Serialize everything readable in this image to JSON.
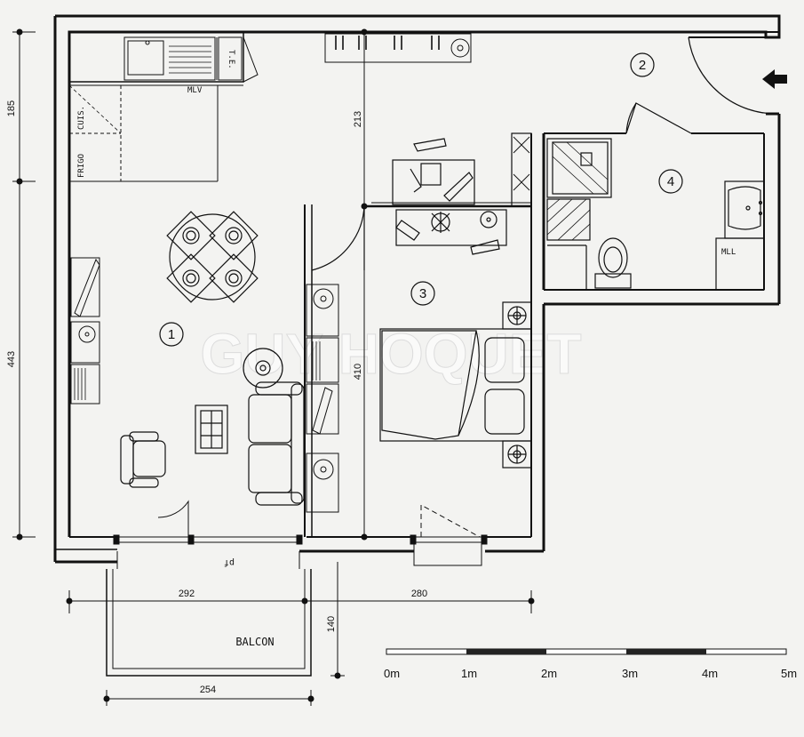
{
  "plan": {
    "rooms": [
      {
        "number": "1"
      },
      {
        "number": "2"
      },
      {
        "number": "3"
      },
      {
        "number": "4"
      }
    ],
    "labels": {
      "kitchen_tag_1": "MLV",
      "kitchen_tag_2": "T.E.",
      "kitchen_tag_3": "CUIS.",
      "fridge": "FRIGO",
      "wc_tag": "MLL",
      "balcony": "BALCON",
      "pf": "pf",
      "watermark": "GUY HOQUET"
    },
    "dimensions": {
      "left_top": "185",
      "left_bottom": "443",
      "inner_top": "213",
      "inner_bed": "410",
      "bottom_left": "292",
      "bottom_right": "280",
      "balcony_depth": "140",
      "balcony_width": "254"
    },
    "scale_bar": {
      "ticks": [
        "0m",
        "1m",
        "2m",
        "3m",
        "4m",
        "5m"
      ]
    }
  }
}
